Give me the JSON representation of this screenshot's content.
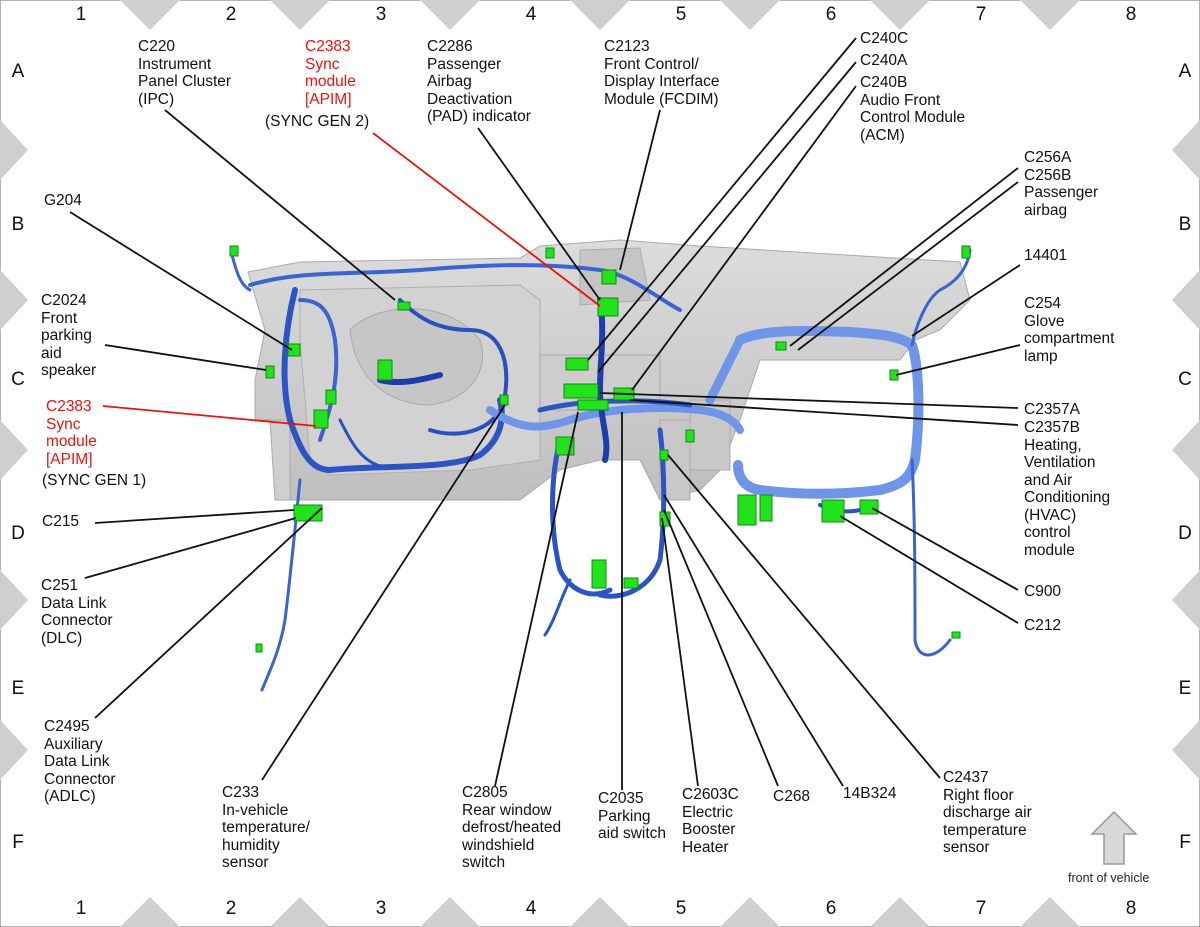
{
  "grid": {
    "columns": [
      "1",
      "2",
      "3",
      "4",
      "5",
      "6",
      "7",
      "8"
    ],
    "rows": [
      "A",
      "B",
      "C",
      "D",
      "E",
      "F"
    ]
  },
  "labels": {
    "c220": "C220\nInstrument\nPanel Cluster\n(IPC)",
    "c2383_top": "C2383\nSync\nmodule\n[APIM]",
    "sync_gen2": "(SYNC GEN 2)",
    "c2286": "C2286\nPassenger\nAirbag\nDeactivation\n(PAD) indicator",
    "c2123": "C2123\nFront Control/\nDisplay Interface\nModule (FCDIM)",
    "c240c": "C240C",
    "c240a": "C240A",
    "c240b": "C240B\nAudio Front\nControl Module\n(ACM)",
    "g204": "G204",
    "c2024": "C2024\nFront\nparking\naid\nspeaker",
    "c2383_left": "C2383\nSync\nmodule\n[APIM]",
    "sync_gen1": "(SYNC GEN 1)",
    "c215": "C215",
    "c251": "C251\nData Link\nConnector\n(DLC)",
    "c2495": "C2495\nAuxiliary\nData Link\nConnector\n(ADLC)",
    "c233": "C233\nIn-vehicle\ntemperature/\nhumidity\nsensor",
    "c2805": "C2805\nRear window\ndefrost/heated\nwindshield\nswitch",
    "c2035": "C2035\nParking\naid switch",
    "c2603c": "C2603C\nElectric\nBooster\nHeater",
    "c268": "C268",
    "p14b324": "14B324",
    "c2437": "C2437\nRight floor\ndischarge air\ntemperature\nsensor",
    "c256ab": "C256A\nC256B\nPassenger\nairbag",
    "p14401": "14401",
    "c254": "C254\nGlove\ncompartment\nlamp",
    "c2357a": "C2357A",
    "c2357b": "C2357B\nHeating,\nVentilation\nand Air\nConditioning\n(HVAC)\ncontrol\nmodule",
    "c900": "C900",
    "c212": "C212"
  },
  "front_of_vehicle": "front of vehicle",
  "colors": {
    "accent_red": "#e8140e",
    "harness_blue": "#2f58c8",
    "connector_green": "#22e21c",
    "border_gray": "#c8c8c8"
  }
}
